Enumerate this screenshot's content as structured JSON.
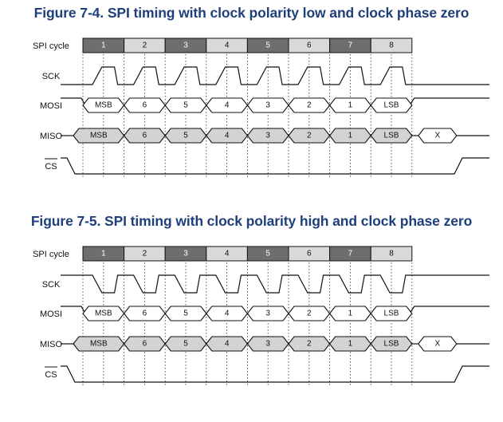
{
  "figures": [
    {
      "title": "Figure 7-4. SPI timing with clock polarity low and clock phase zero",
      "cpol": 0,
      "labels": {
        "cycle": "SPI cycle",
        "sck": "SCK",
        "mosi": "MOSI",
        "miso": "MISO",
        "cs": "CS"
      },
      "cycles": [
        "1",
        "2",
        "3",
        "4",
        "5",
        "6",
        "7",
        "8"
      ],
      "mosi": [
        "MSB",
        "6",
        "5",
        "4",
        "3",
        "2",
        "1",
        "LSB"
      ],
      "miso": [
        "MSB",
        "6",
        "5",
        "4",
        "3",
        "2",
        "1",
        "LSB",
        "X"
      ]
    },
    {
      "title": "Figure 7-5. SPI timing with clock polarity high and clock phase zero",
      "cpol": 1,
      "labels": {
        "cycle": "SPI cycle",
        "sck": "SCK",
        "mosi": "MOSI",
        "miso": "MISO",
        "cs": "CS"
      },
      "cycles": [
        "1",
        "2",
        "3",
        "4",
        "5",
        "6",
        "7",
        "8"
      ],
      "mosi": [
        "MSB",
        "6",
        "5",
        "4",
        "3",
        "2",
        "1",
        "LSB"
      ],
      "miso": [
        "MSB",
        "6",
        "5",
        "4",
        "3",
        "2",
        "1",
        "LSB",
        "X"
      ]
    }
  ],
  "colors": {
    "title": "#1f3f7a",
    "cycle_dark": "#6e6e6e",
    "cycle_light": "#d9d9d9",
    "miso_fill": "#d3d3d3"
  }
}
